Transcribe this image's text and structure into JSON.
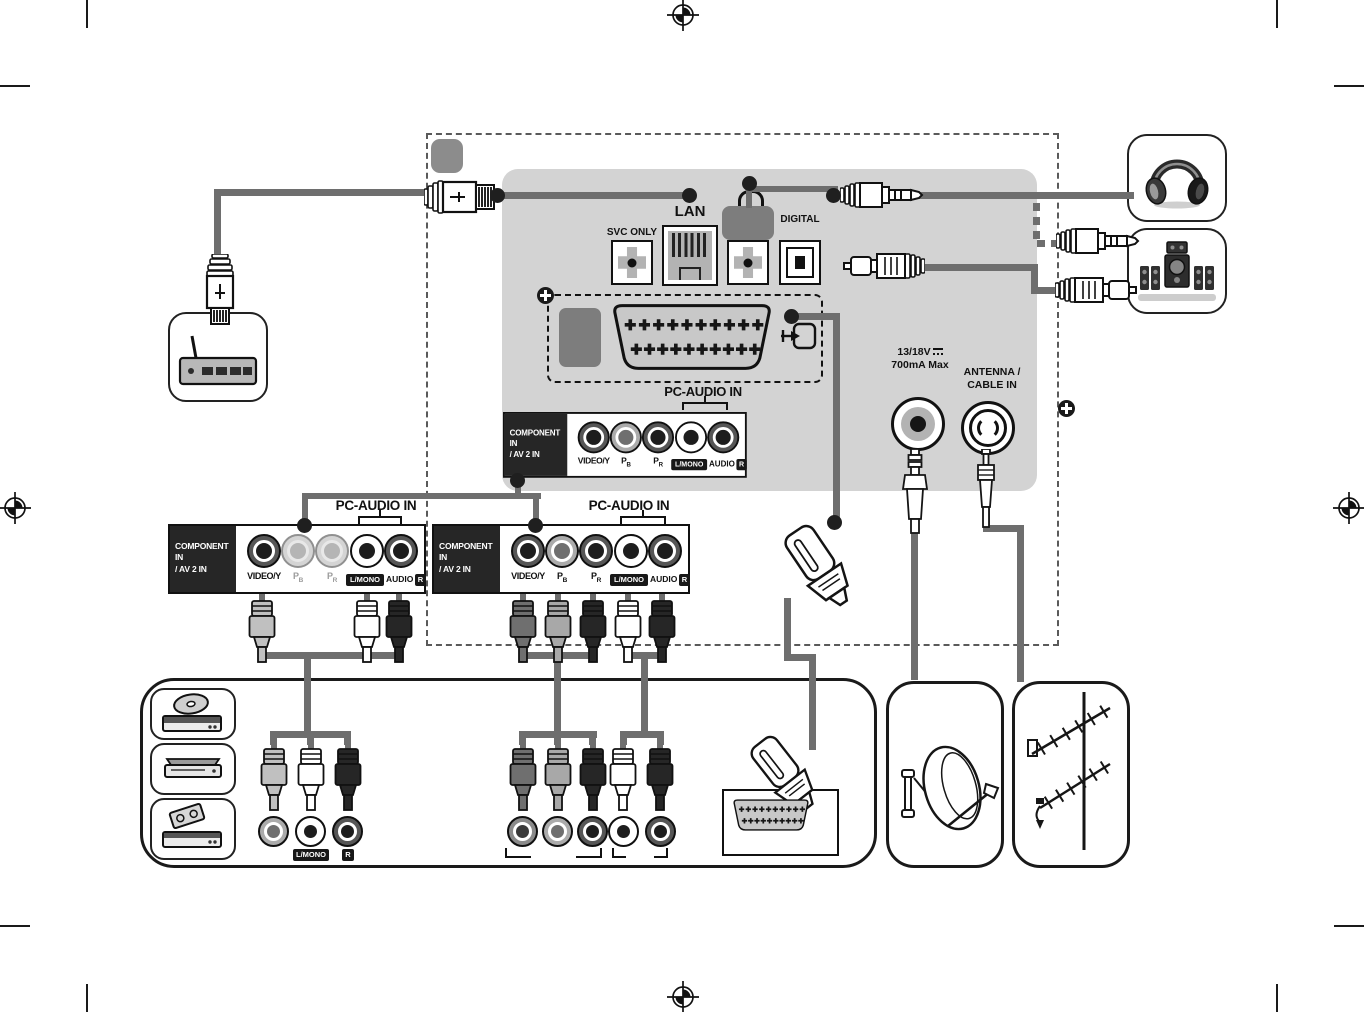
{
  "doc": {
    "kind": "tv-rear-panel-connection-diagram"
  },
  "colors": {
    "panel_grey": "#d3d3d3",
    "port_grey": "#b3b3b3",
    "dark_grey": "#7d7d7d",
    "cable_grey": "#6e6e6e",
    "ink": "#111111"
  },
  "icons": {
    "registration-mark": "print-crosshair-circle",
    "plus-marker": "circled-plus",
    "headphone-symbol": "arc-over-rounded-rect",
    "av-in-symbol": "arrow-into-box",
    "dc-voltage-symbol": "solid-over-dashed-line",
    "router": "grey-slab-with-antenna",
    "satellite-dish": "tilted-ellipse-with-arm",
    "tv-antenna": "yagi-booms-on-pole",
    "headphones": "band-with-ear-cups",
    "speaker-system": "5.1-speakers-with-subwoofer",
    "disc-player": "player-with-disc",
    "media-player": "slim-player-slab",
    "vcr": "recorder-with-cassette"
  },
  "tv_panel": {
    "svc_label": "SVC ONLY",
    "lan_label": "LAN",
    "digital_label": "DIGITAL",
    "power_label_1": "13/18V",
    "power_label_2": "700mA Max",
    "antenna_label_1": "ANTENNA /",
    "antenna_label_2": "CABLE IN"
  },
  "strip": {
    "title_1": "COMPONENT IN",
    "title_2": "/ AV 2 IN",
    "pc_audio": "PC-AUDIO IN",
    "video": "VIDEO/Y",
    "p": "P",
    "b": "B",
    "r_sub": "R",
    "lmono": "L/MONO",
    "audio": "AUDIO",
    "r": "R"
  },
  "bottom": {
    "lmono": "L/MONO",
    "r": "R"
  }
}
